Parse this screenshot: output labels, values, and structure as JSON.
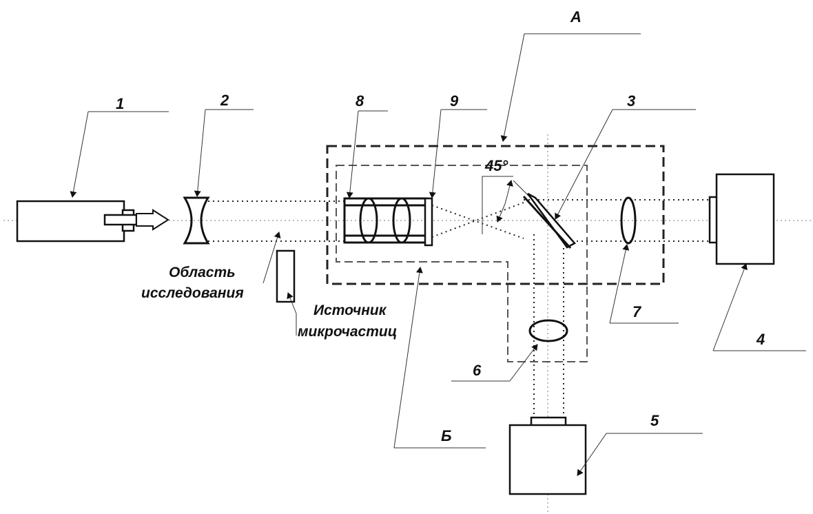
{
  "labels": {
    "n1": "1",
    "n2": "2",
    "n3": "3",
    "n4": "4",
    "n5": "5",
    "n6": "6",
    "n7": "7",
    "n8": "8",
    "n9": "9",
    "A": "А",
    "B": "Б",
    "angle": "45°"
  },
  "text": {
    "study_area_line1": "Область",
    "study_area_line2": "исследования",
    "source_line1": "Источник",
    "source_line2": "микрочастиц"
  }
}
